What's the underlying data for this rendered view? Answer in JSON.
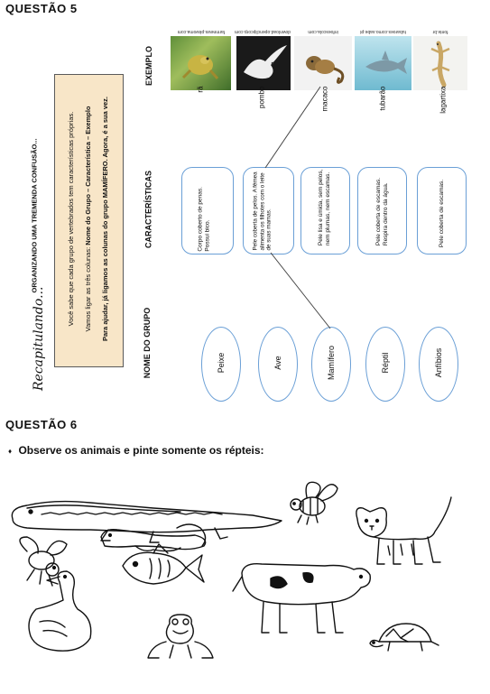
{
  "q5": {
    "title": "QUESTÃO 5",
    "recap": "Recapitulando...",
    "heading": "ORGANIZANDO UMA TREMENDA CONFUSÃO...",
    "note_line1": "Você sabe que cada grupo de vertebrados tem características próprias.",
    "note_line2_a": "Vamos ligar as três colunas: ",
    "note_line2_b": "Nome do Grupo – Característica – Exemplo",
    "note_line3": "Para ajudar, já ligamos as colunas do grupo MAMÍFERO. Agora, é a sua vez.",
    "col_exemplo": "EXEMPLO",
    "col_caracteristicas": "CARACTERÍSTICAS",
    "col_nome": "NOME DO GRUPO",
    "photos": [
      {
        "label": "rã",
        "credit": "farmnews.pkwoma.com",
        "icon": "frog-photo"
      },
      {
        "label": "pombo",
        "credit": "download.openclipcorp.com",
        "icon": "pigeon-photo"
      },
      {
        "label": "macaco",
        "credit": "infoescola.com",
        "icon": "monkey-photo"
      },
      {
        "label": "tubarão",
        "credit": "tubaroes.como.sabe.pt",
        "icon": "shark-photo"
      },
      {
        "label": "lagartixa",
        "credit": "fonte.br",
        "icon": "gecko-photo"
      }
    ],
    "characteristics": [
      "Corpo coberto de penas. Possui bico.",
      "Pele coberta de pelos. A fêmea alimenta os filhotes com o leite de suas mamas.",
      "Pele lisa e úmida, sem pelos, nem plumas, nem escamas.",
      "Pele coberta de escamas. Respira dentro da água.",
      "Pele coberta de escamas."
    ],
    "groups": [
      "Peixe",
      "Ave",
      "Mamífero",
      "Réptil",
      "Anfíbios"
    ]
  },
  "q6": {
    "title": "QUESTÃO 6",
    "bullet": "♦",
    "instruction": "Observe os animais e pinte somente os répteis:",
    "animals": [
      "crocodile-drawing",
      "lizard-drawing",
      "bee-drawing",
      "cat-drawing",
      "fly-drawing",
      "fish-drawing",
      "cow-drawing",
      "goose-drawing",
      "frog-drawing",
      "turtle-drawing"
    ]
  }
}
